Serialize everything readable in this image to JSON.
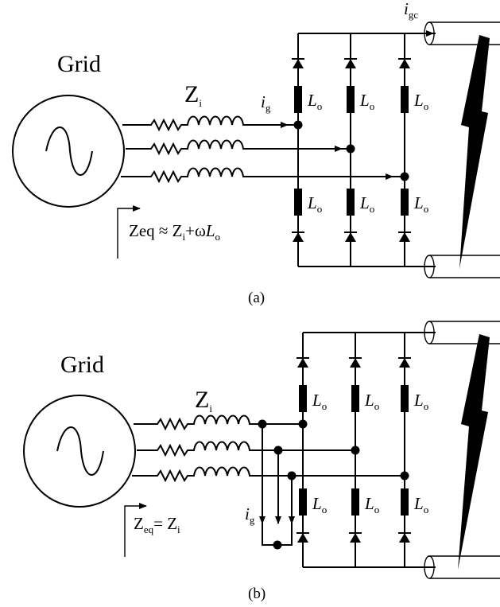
{
  "panel_a": {
    "grid_label": "Grid",
    "impedance_label": "Z",
    "impedance_sub": "i",
    "inductor_label": "L",
    "inductor_sub": "o",
    "current_ig": "i",
    "current_ig_sub": "g",
    "current_igc": "i",
    "current_igc_sub": "gc",
    "zeq_text": "Zeq ≈ Z",
    "zeq_sub": "i",
    "zeq_tail": "+ω",
    "zeq_L": "L",
    "zeq_L_sub": "o",
    "caption": "(a)"
  },
  "panel_b": {
    "grid_label": "Grid",
    "impedance_label": "Z",
    "impedance_sub": "i",
    "inductor_label": "L",
    "inductor_sub": "o",
    "current_ig": "i",
    "current_ig_sub": "g",
    "zeq_Z": "Z",
    "zeq_sub": "eq",
    "zeq_eq": "= Z",
    "zeq_rhs_sub": "i",
    "caption": "(b)"
  },
  "colors": {
    "ink": "#000000",
    "background": "#ffffff"
  }
}
